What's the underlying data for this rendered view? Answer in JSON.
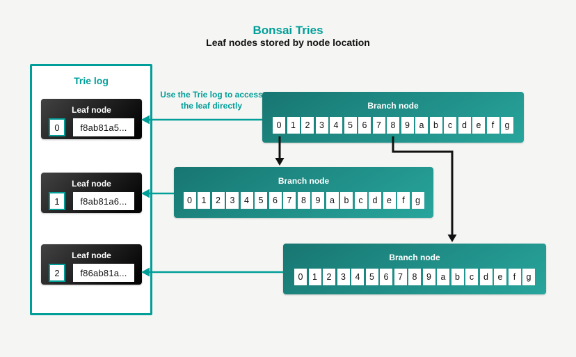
{
  "colors": {
    "bg": "#f5f5f3",
    "accent": "#009e98",
    "branch-grad-start": "#187671",
    "branch-grad-end": "#27a59c",
    "leaf-grad-start": "#424242",
    "leaf-grad-end": "#050505",
    "arrow-black": "#111111"
  },
  "header": {
    "title": "Bonsai Tries",
    "subtitle": "Leaf nodes stored by node location"
  },
  "trie_log": {
    "title": "Trie log",
    "leaves": [
      {
        "title": "Leaf node",
        "index": "0",
        "hash": "f8ab81a5..."
      },
      {
        "title": "Leaf node",
        "index": "1",
        "hash": "f8ab81a6..."
      },
      {
        "title": "Leaf node",
        "index": "2",
        "hash": "f86ab81a..."
      }
    ]
  },
  "annotation": "Use the Trie log to access the leaf directly",
  "branch_nodes": [
    {
      "title": "Branch node"
    },
    {
      "title": "Branch node"
    },
    {
      "title": "Branch node"
    }
  ],
  "branch_cells": [
    "0",
    "1",
    "2",
    "3",
    "4",
    "5",
    "6",
    "7",
    "8",
    "9",
    "a",
    "b",
    "c",
    "d",
    "e",
    "f",
    "g"
  ]
}
